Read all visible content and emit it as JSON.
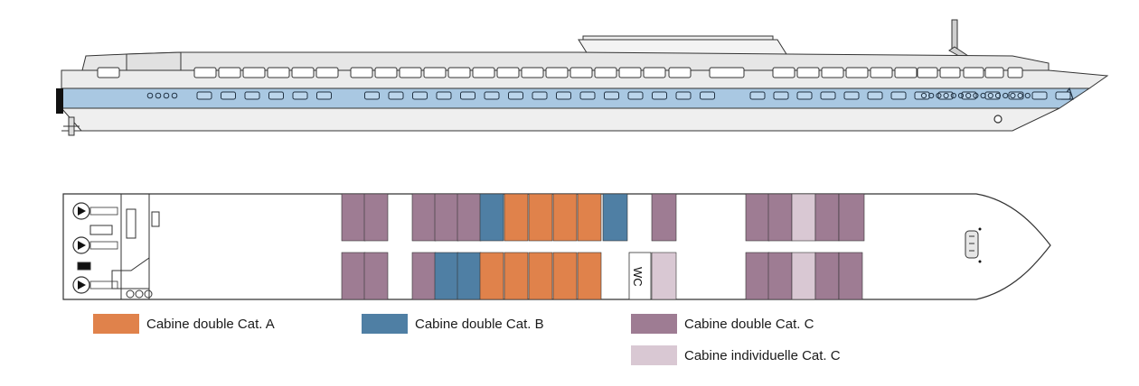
{
  "colors": {
    "cat_a": "#E0824B",
    "cat_b": "#4F7FA4",
    "cat_c": "#9E7C93",
    "cat_c_single": "#D9C8D3",
    "hull_blue": "#A9C8E2",
    "outline": "#222222"
  },
  "deck": {
    "wc_label": "WC"
  },
  "legend": [
    {
      "key": "cat_a",
      "label": "Cabine double Cat. A"
    },
    {
      "key": "cat_b",
      "label": "Cabine double Cat. B"
    },
    {
      "key": "cat_c",
      "label": "Cabine double Cat. C"
    },
    {
      "key": "cat_c_single",
      "label": "Cabine individuelle Cat. C"
    }
  ],
  "cabins": {
    "top_row": [
      "cat_c",
      "cat_c",
      "cat_c",
      "cat_c",
      "cat_c",
      "cat_b",
      "cat_a",
      "cat_a",
      "cat_a",
      "cat_a",
      "cat_b",
      "cat_c",
      "cat_c",
      "cat_c",
      "cat_c_single",
      "cat_c",
      "cat_c"
    ],
    "bottom_row": [
      "cat_c",
      "cat_c",
      "cat_c",
      "cat_b",
      "cat_b",
      "cat_a",
      "cat_a",
      "cat_a",
      "cat_a",
      "cat_a",
      "cat_c_single",
      "cat_c",
      "cat_c",
      "cat_c_single",
      "cat_c",
      "cat_c"
    ]
  }
}
